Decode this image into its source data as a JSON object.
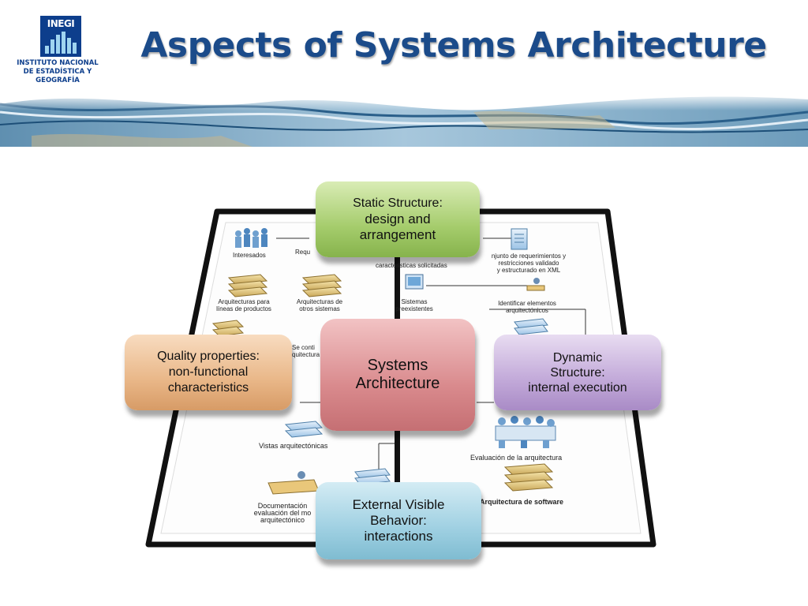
{
  "header": {
    "title": "Aspects of Systems Architecture",
    "logo": {
      "wordmark": "INEGI",
      "name_line1": "INSTITUTO NACIONAL",
      "name_line2": "DE ESTADÍSTICA Y GEOGRAFÍA"
    }
  },
  "colors": {
    "title": "#1b4b8a",
    "static_box": "#a5cc6c",
    "quality_box": "#e9b788",
    "center_box": "#d98a8d",
    "dynamic_box": "#c2a9d9",
    "external_box": "#9fd0e2"
  },
  "diagram": {
    "center": {
      "line1": "Systems",
      "line2": "Architecture"
    },
    "static_structure": {
      "line1": "Static Structure:",
      "line2": "design and",
      "line3": "arrangement"
    },
    "quality_properties": {
      "line1": "Quality properties:",
      "line2": "non-functional",
      "line3": "characteristics"
    },
    "dynamic_structure": {
      "line1": "Dynamic",
      "line2": "Structure:",
      "line3": "internal execution"
    },
    "external_behavior": {
      "line1": "External Visible",
      "line2": "Behavior:",
      "line3": "interactions"
    },
    "background_sketch": {
      "interesados": "Interesados",
      "requ": "Requ",
      "caracteristicas": "caracteristicas solicitadas",
      "conjunto_1": "njunto de requerimientos y",
      "conjunto_2": "restricciones validado",
      "conjunto_3": "y estructurado en XML",
      "lineas_1": "Arquitecturas para",
      "lineas_2": "líneas de productos",
      "otros_1": "Arquitecturas de",
      "otros_2": "otros sistemas",
      "sistemas_1": "Sistemas",
      "sistemas_2": "preexistentes",
      "identificar_1": "Identificar elementos",
      "identificar_2": "arquitectónicos",
      "se_cont_1": "Se conti",
      "se_cont_2": "quitectura",
      "vistas": "Vistas arquitectónicas",
      "evaluacion": "Evaluación de la arquitectura",
      "documentacion_1": "Documentación",
      "documentacion_2": "evaluación del mo",
      "documentacion_3": "arquitectónico",
      "arquitectura_software": "Arquitectura de software"
    }
  }
}
